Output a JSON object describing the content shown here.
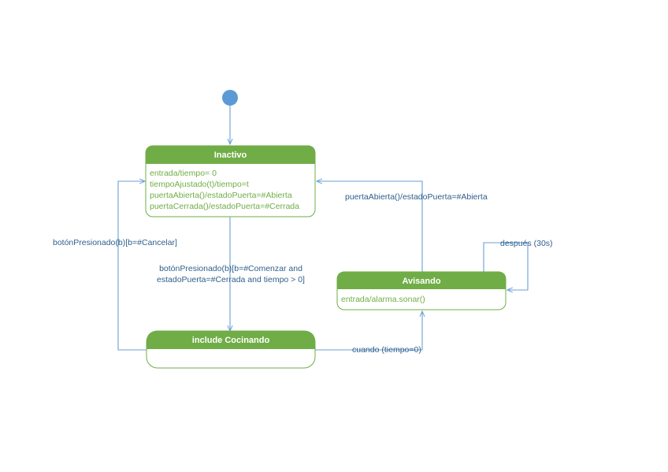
{
  "states": {
    "inactivo": {
      "title": "Inactivo",
      "actions": [
        "entrada/tiempo= 0",
        "tiempoAjustado(t)/tiempo=t",
        "puertaAbierta()/estadoPuerta=#Abierta",
        "puertaCerrada()/estadoPuerta=#Cerrada"
      ]
    },
    "avisando": {
      "title": "Avisando",
      "actions": [
        "entrada/alarma.sonar()"
      ]
    },
    "cocinando": {
      "title": "include Cocinando"
    }
  },
  "transitions": {
    "cancel": "botónPresionado(b)[b=#Cancelar]",
    "start_line1": "botónPresionado(b)[b=#Comenzar and",
    "start_line2": "estadoPuerta=#Cerrada and tiempo > 0]",
    "open_door": "puertaAbierta()/estadoPuerta=#Abierta",
    "after": "después (30s)",
    "when": "cuando (tiempo=0)"
  },
  "colors": {
    "state_fill": "#70ad47",
    "state_border": "#70ad47",
    "initial_node": "#5b9bd5",
    "edge": "#6a9fd3",
    "label_text": "#2e5f8c"
  }
}
